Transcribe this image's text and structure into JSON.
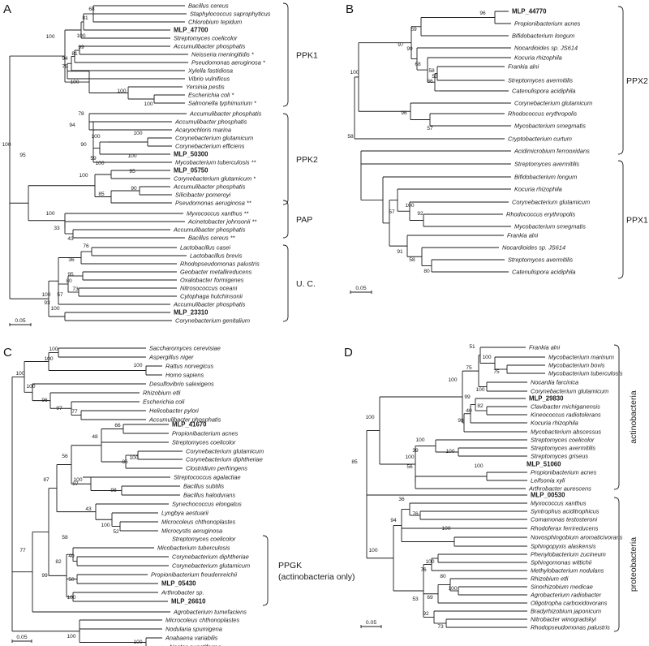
{
  "panels": [
    {
      "letter": "A",
      "scale_label": "0.05",
      "leaves": [
        {
          "t": "Bacillus cereus"
        },
        {
          "t": "Staphylococcus saprophyticus"
        },
        {
          "t": "Chlorobium tepidum"
        },
        {
          "t": "MLP_47700",
          "b": 1
        },
        {
          "t": "Streptomyces coelicolor"
        },
        {
          "t": "Accumulibacter phosphatis"
        },
        {
          "t": "Neisseria meningitidis *"
        },
        {
          "t": "Pseudomonas aeruginosa *"
        },
        {
          "t": "Xylella fastidiosa"
        },
        {
          "t": "Vibrio vulnificus"
        },
        {
          "t": "Yersinia pestis"
        },
        {
          "t": "Escherichia coli *"
        },
        {
          "t": "Salmonella typhimurium *"
        },
        {
          "t": "Accumulibacter phosphatis"
        },
        {
          "t": "Accumulibacter phosphatis"
        },
        {
          "t": "Acaryochloris marina"
        },
        {
          "t": "Corynebacterium glutamicum"
        },
        {
          "t": "Corynebacterium efficiens"
        },
        {
          "t": "MLP_50300",
          "b": 1
        },
        {
          "t": "Mycobacterium tuberculosis **"
        },
        {
          "t": "MLP_05750",
          "b": 1
        },
        {
          "t": "Corynebacterium glutamicum *"
        },
        {
          "t": "Accumulibacter phosphatis"
        },
        {
          "t": "Silicibacter pomeroyi"
        },
        {
          "t": "Pseudomonas aeruginosa **"
        },
        {
          "t": "Myxococcus xanthus **"
        },
        {
          "t": "Acinetobacter johnsonii **"
        },
        {
          "t": "Accumulibacter phosphatis"
        },
        {
          "t": "Bacillus cereus **"
        },
        {
          "t": "Lactobacillus casei"
        },
        {
          "t": "Lactobacillus brevis"
        },
        {
          "t": "Rhodopseudomonas palustris"
        },
        {
          "t": "Geobacter metallireducens"
        },
        {
          "t": "Oxalobacter formigenes"
        },
        {
          "t": "Nitrosococcus oceani"
        },
        {
          "t": "Cytophaga hutchinsonii"
        },
        {
          "t": "Accumulibacter phosphatis"
        },
        {
          "t": "MLP_23310",
          "b": 1
        },
        {
          "t": "Corynebacterium genitalium"
        }
      ],
      "nodes": [
        {
          "n": "68"
        },
        {
          "n": "81"
        },
        {
          "n": "100"
        },
        {
          "n": "99"
        },
        {
          "n": "81"
        },
        {
          "n": "94"
        },
        {
          "n": "75"
        },
        {
          "n": "100"
        },
        {
          "n": "100"
        },
        {
          "n": "100"
        },
        {
          "n": "100"
        },
        {
          "n": "100"
        },
        {
          "n": "78"
        },
        {
          "n": "94"
        },
        {
          "n": "100"
        },
        {
          "n": "90"
        },
        {
          "n": "100"
        },
        {
          "n": "59"
        },
        {
          "n": "95"
        },
        {
          "n": "100"
        },
        {
          "n": "90"
        },
        {
          "n": "85"
        },
        {
          "n": "100"
        },
        {
          "n": "43"
        },
        {
          "n": "33"
        },
        {
          "n": "100"
        },
        {
          "n": "76"
        },
        {
          "n": "36"
        },
        {
          "n": "95"
        },
        {
          "n": "80"
        },
        {
          "n": "73"
        },
        {
          "n": "57"
        },
        {
          "n": "93"
        },
        {
          "n": "100"
        },
        {
          "n": "100"
        },
        {
          "n": "95"
        },
        {
          "n": "100"
        }
      ],
      "groups": [
        {
          "label": "PPK1"
        },
        {
          "label": "PPK2"
        },
        {
          "label": "PAP"
        },
        {
          "label": "U. C."
        }
      ]
    },
    {
      "letter": "B",
      "scale_label": "0.05",
      "leaves": [
        {
          "t": "MLP_44770",
          "b": 1
        },
        {
          "t": "Propionibacterium acnes"
        },
        {
          "t": "Bifidobacterium longum"
        },
        {
          "t": "Nocardioides sp. JS614"
        },
        {
          "t": "Kocuria rhizophila"
        },
        {
          "t": "Frankia alni"
        },
        {
          "t": "Streptomyces avermitilis"
        },
        {
          "t": "Catenulispora acidiphila"
        },
        {
          "t": "Corynebacterium glutamicum"
        },
        {
          "t": "Rhodococcus erythropolis"
        },
        {
          "t": "Mycobacterium smegmatis"
        },
        {
          "t": "Cryptobacterium curtum"
        },
        {
          "t": "Acidimicrobium ferrooxidans"
        },
        {
          "t": "Streptomyces avermitilis"
        },
        {
          "t": "Bifidobacterium longum"
        },
        {
          "t": "Kocuria rhizophila"
        },
        {
          "t": "Corynebacterium glutamicum"
        },
        {
          "t": "Rhodococcus erythropolis"
        },
        {
          "t": "Mycobacterium smegmatis"
        },
        {
          "t": "Frankia alni"
        },
        {
          "t": "Nocardioides sp. JS614"
        },
        {
          "t": "Streptomyces avermitilis"
        },
        {
          "t": "Catenulispora acidiphila"
        }
      ],
      "nodes": [
        {
          "n": "96"
        },
        {
          "n": "59"
        },
        {
          "n": "58"
        },
        {
          "n": "86"
        },
        {
          "n": "53"
        },
        {
          "n": "68"
        },
        {
          "n": "99"
        },
        {
          "n": "97"
        },
        {
          "n": "57"
        },
        {
          "n": "96"
        },
        {
          "n": "100"
        },
        {
          "n": "58"
        },
        {
          "n": "92"
        },
        {
          "n": "100"
        },
        {
          "n": "57"
        },
        {
          "n": "80"
        },
        {
          "n": "58"
        },
        {
          "n": "91"
        }
      ],
      "groups": [
        {
          "label": "PPX2"
        },
        {
          "label": "PPX1"
        }
      ]
    },
    {
      "letter": "C",
      "scale_label": "0.05",
      "leaves": [
        {
          "t": "Saccharomyces cerevisiae"
        },
        {
          "t": "Aspergillus niger"
        },
        {
          "t": "Rattus norvegicus"
        },
        {
          "t": "Homo sapiens"
        },
        {
          "t": "Desulfovibrio salexigens"
        },
        {
          "t": "Rhizobium etli"
        },
        {
          "t": "Escherichia coli"
        },
        {
          "t": "Helicobacter pylori"
        },
        {
          "t": "Accumulibacter phosphatis"
        },
        {
          "t": "MLP_41670",
          "b": 1
        },
        {
          "t": "Propionibacterium acnes"
        },
        {
          "t": "Streptomyces coelicolor"
        },
        {
          "t": "Corynebacterium glutamicum"
        },
        {
          "t": "Corynebacterium diphtheriae"
        },
        {
          "t": "Clostridium perfringens"
        },
        {
          "t": "Streptococcus agalactiae"
        },
        {
          "t": "Bacillus subtilis"
        },
        {
          "t": "Bacillus halodurans"
        },
        {
          "t": "Synechococcus elongatus"
        },
        {
          "t": "Lyngbya aestuarii"
        },
        {
          "t": "Microcoleus chthonoplastes"
        },
        {
          "t": "Microcystis aeruginosa"
        },
        {
          "t": "Streptomyces coelicolor"
        },
        {
          "t": "Micobacterium tuberculosis"
        },
        {
          "t": "Corynebacterium diphtheriae"
        },
        {
          "t": "Corynebacterium glutamicum"
        },
        {
          "t": "Propionibacterium freudenreichii"
        },
        {
          "t": "MLP_05430",
          "b": 1
        },
        {
          "t": "Arthrobacter sp."
        },
        {
          "t": "MLP_26610",
          "b": 1
        },
        {
          "t": "Agrobacterium tumefaciens"
        },
        {
          "t": "Microcoleus chthonoplastes"
        },
        {
          "t": "Nodularia spumigena"
        },
        {
          "t": "Anabaena variabilis"
        },
        {
          "t": "Nostoc punctiforme"
        }
      ],
      "nodes": [
        {
          "n": "100"
        },
        {
          "n": "100"
        },
        {
          "n": "100"
        },
        {
          "n": "77"
        },
        {
          "n": "97"
        },
        {
          "n": "96"
        },
        {
          "n": "100"
        },
        {
          "n": "100"
        },
        {
          "n": "66"
        },
        {
          "n": "100"
        },
        {
          "n": "86"
        },
        {
          "n": "48"
        },
        {
          "n": "97"
        },
        {
          "n": "98"
        },
        {
          "n": "100"
        },
        {
          "n": "56"
        },
        {
          "n": "52"
        },
        {
          "n": "100"
        },
        {
          "n": "43"
        },
        {
          "n": "87"
        },
        {
          "n": "40"
        },
        {
          "n": "58"
        },
        {
          "n": "50"
        },
        {
          "n": "100"
        },
        {
          "n": "82"
        },
        {
          "n": "99"
        },
        {
          "n": "77"
        },
        {
          "n": "100"
        },
        {
          "n": "100"
        }
      ],
      "groups": [
        {
          "label": "PPGK"
        },
        {
          "label": "(actinobacteria only)"
        }
      ]
    },
    {
      "letter": "D",
      "scale_label": "0.05",
      "leaves": [
        {
          "t": "Frankia alni"
        },
        {
          "t": "Mycobacterium marinum"
        },
        {
          "t": "Mycobacterium bovis"
        },
        {
          "t": "Mycobacterium tuberculosis"
        },
        {
          "t": "Nocardia farcinica"
        },
        {
          "t": "Corynebacterium glutamicum"
        },
        {
          "t": "MLP_29830",
          "b": 1
        },
        {
          "t": "Clavibacter michiganensis"
        },
        {
          "t": "Kineococcus radiotolerans"
        },
        {
          "t": "Kocuria rhizophila"
        },
        {
          "t": "Mycobacterium abscessus"
        },
        {
          "t": "Streptomyces coelicolor"
        },
        {
          "t": "Streptomyces avermitilis"
        },
        {
          "t": "Streptomyces griseus"
        },
        {
          "t": "MLP_51060",
          "b": 1
        },
        {
          "t": "Propionibacterium acnes"
        },
        {
          "t": "Leifsonia xyli"
        },
        {
          "t": "Arthrobacter aurescens"
        },
        {
          "t": "MLP_00530",
          "b": 1
        },
        {
          "t": "Myxococcus xanthus"
        },
        {
          "t": "Syntrophus aciditrophicus"
        },
        {
          "t": "Comamonas testosteroni"
        },
        {
          "t": "Rhodoferax ferrireducens"
        },
        {
          "t": "Novosphingobium aromaticivorans"
        },
        {
          "t": "Sphingopyxis alaskensis"
        },
        {
          "t": "Phenylobacterium zucineum"
        },
        {
          "t": "Sphingomonas wittichii"
        },
        {
          "t": "Methylobacterium nodulans"
        },
        {
          "t": "Rhizobium etli"
        },
        {
          "t": "Sinorhizobium medicae"
        },
        {
          "t": "Agrobacterium radiobacter"
        },
        {
          "t": "Oligotropha carboxidovorans"
        },
        {
          "t": "Bradyrhizobium japonicum"
        },
        {
          "t": "Nitrobacter winogradskyi"
        },
        {
          "t": "Rhodopseudomonas palustris"
        }
      ],
      "nodes": [
        {
          "n": "75"
        },
        {
          "n": "100"
        },
        {
          "n": "51"
        },
        {
          "n": "100"
        },
        {
          "n": "75"
        },
        {
          "n": "82"
        },
        {
          "n": "99"
        },
        {
          "n": "40"
        },
        {
          "n": "98"
        },
        {
          "n": "100"
        },
        {
          "n": "100"
        },
        {
          "n": "100"
        },
        {
          "n": "39"
        },
        {
          "n": "100"
        },
        {
          "n": "56"
        },
        {
          "n": "100"
        },
        {
          "n": "100"
        },
        {
          "n": "76"
        },
        {
          "n": "36"
        },
        {
          "n": "100"
        },
        {
          "n": "94"
        },
        {
          "n": "100"
        },
        {
          "n": "100"
        },
        {
          "n": "80"
        },
        {
          "n": "76"
        },
        {
          "n": "69"
        },
        {
          "n": "73"
        },
        {
          "n": "92"
        },
        {
          "n": "53"
        },
        {
          "n": "100"
        },
        {
          "n": "85"
        }
      ],
      "groups": [
        {
          "label": "actinobacteria"
        },
        {
          "label": "proteobacteria"
        }
      ]
    }
  ]
}
